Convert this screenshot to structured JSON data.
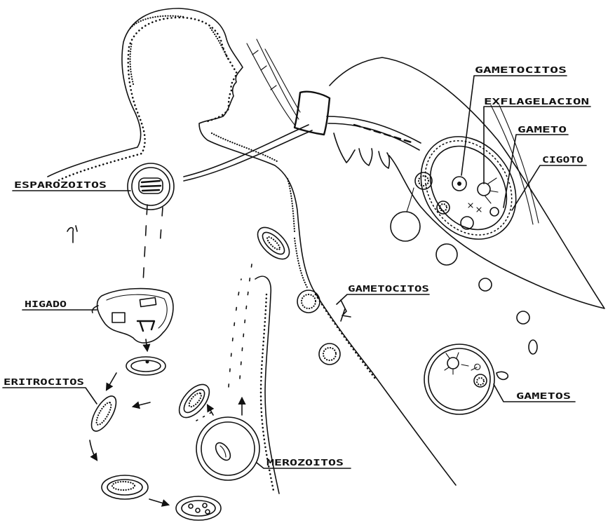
{
  "labels": {
    "gametocitos_mosquito": "GAMETOCITOS",
    "exflagelacion": "EXFLAGELACION",
    "gameto": "GAMETO",
    "cigoto": "CIGOTO",
    "esparozoitos": "ESPAROZOITOS",
    "higado": "HIGADO",
    "gametocitos_human": "GAMETOCITOS",
    "eritrocitos": "ERITROCITOS",
    "gametos": "GAMETOS",
    "merozoitos": "MEROZOITOS"
  },
  "colors": {
    "ink": "#111111",
    "background": "#ffffff"
  }
}
